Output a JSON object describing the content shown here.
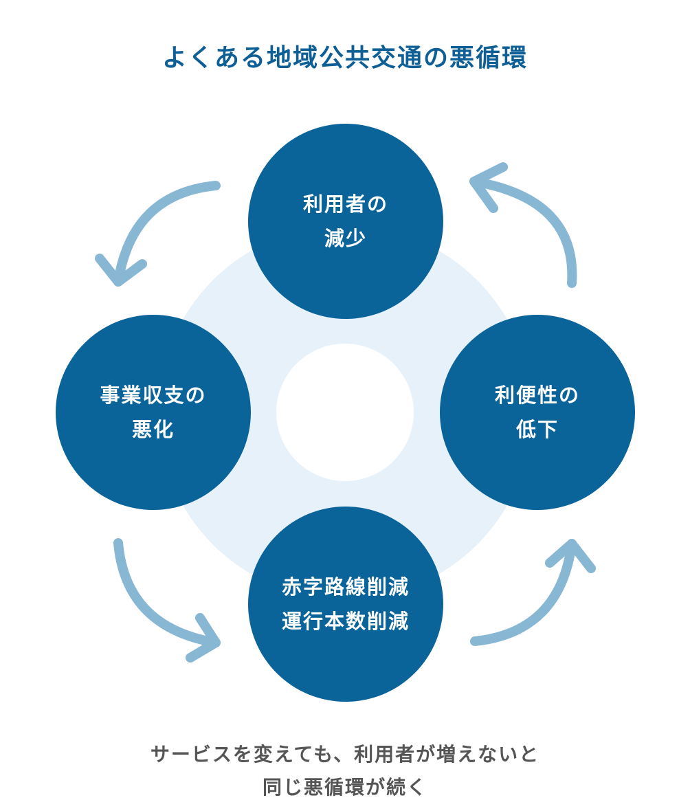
{
  "title": "よくある地域公共交通の悪循環",
  "colors": {
    "title": "#0e5f96",
    "node": "#0a6399",
    "ring": "#e6f1fa",
    "arrow": "#87b7d3",
    "caption": "#555555"
  },
  "nodes": [
    {
      "id": "top",
      "lines": [
        "利用者の",
        "減少"
      ]
    },
    {
      "id": "right",
      "lines": [
        "利便性の",
        "低下"
      ]
    },
    {
      "id": "bottom",
      "lines": [
        "赤字路線削減",
        "運行本数削減"
      ]
    },
    {
      "id": "left",
      "lines": [
        "事業収支の",
        "悪化"
      ]
    }
  ],
  "caption": {
    "lines": [
      "サービスを変えても、利用者が増えないと",
      "同じ悪循環が続く"
    ]
  }
}
